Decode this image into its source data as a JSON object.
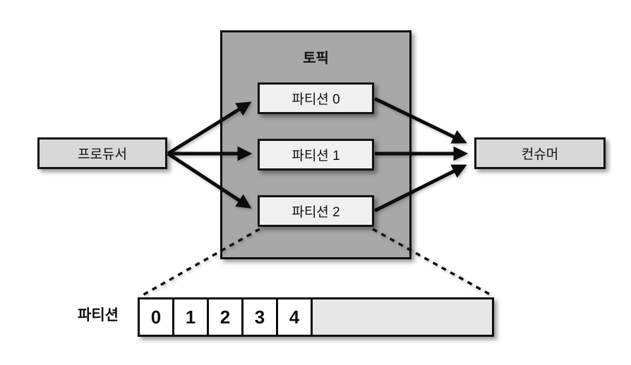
{
  "diagram": {
    "producer": {
      "label": "프로듀서"
    },
    "topic": {
      "label": "토픽",
      "partitions": [
        {
          "label": "파티션 0"
        },
        {
          "label": "파티션 1"
        },
        {
          "label": "파티션 2"
        }
      ]
    },
    "consumer": {
      "label": "컨슈머"
    },
    "partition_detail": {
      "label": "파티션",
      "cells": [
        "0",
        "1",
        "2",
        "3",
        "4"
      ]
    },
    "colors": {
      "topic_fill": "#a8a8a8",
      "node_fill": "#d8d8d8",
      "partition_fill": "#f0f0f0",
      "log_cell_fill": "#ffffff",
      "log_empty_fill": "#e7e7e7",
      "line": "#0c0c0c",
      "background": "#ffffff"
    }
  }
}
